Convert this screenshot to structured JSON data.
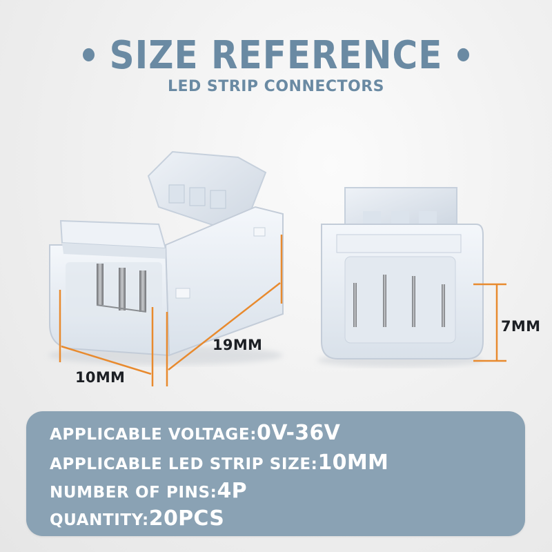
{
  "header": {
    "title": "SIZE REFERENCE",
    "subtitle": "LED STRIP CONNECTORS",
    "bullet_icon": "bullet-dot"
  },
  "dimensions": {
    "width": "10MM",
    "length": "19MM",
    "height": "7MM"
  },
  "specs": [
    {
      "label": "APPLICABLE VOLTAGE:",
      "value": "0V-36V"
    },
    {
      "label": "APPLICABLE LED STRIP SIZE:",
      "value": "10MM"
    },
    {
      "label": "NUMBER OF PINS:",
      "value": "4P"
    },
    {
      "label": "QUANTITY:",
      "value": "20PCS"
    }
  ],
  "colors": {
    "title": "#6a8aa3",
    "panel": "#8aa2b4",
    "dimension_line": "#e88a2e",
    "dimension_text": "#1c1f24",
    "spec_text": "#ffffff"
  }
}
